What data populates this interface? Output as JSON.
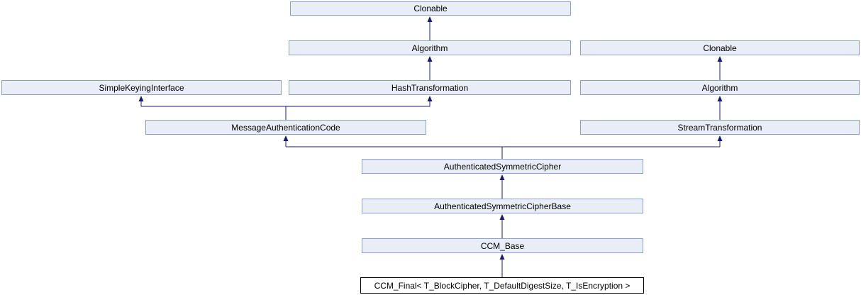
{
  "diagram": {
    "type": "class-inheritance-graph",
    "colors": {
      "node_fill": "#E9EEF6",
      "node_border": "#8FA0C6",
      "edge": "#191970",
      "main_node_fill": "#FFFFFF",
      "main_node_border": "#000000"
    },
    "nodes": [
      {
        "id": "clonable-top",
        "label": "Clonable"
      },
      {
        "id": "algorithm-left",
        "label": "Algorithm"
      },
      {
        "id": "clonable-right",
        "label": "Clonable"
      },
      {
        "id": "simple-keying-interface",
        "label": "SimpleKeyingInterface"
      },
      {
        "id": "hash-transformation",
        "label": "HashTransformation"
      },
      {
        "id": "algorithm-right",
        "label": "Algorithm"
      },
      {
        "id": "message-authentication-code",
        "label": "MessageAuthenticationCode"
      },
      {
        "id": "stream-transformation",
        "label": "StreamTransformation"
      },
      {
        "id": "authenticated-symmetric-cipher",
        "label": "AuthenticatedSymmetricCipher"
      },
      {
        "id": "authenticated-symmetric-cipher-base",
        "label": "AuthenticatedSymmetricCipherBase"
      },
      {
        "id": "ccm-base",
        "label": "CCM_Base"
      },
      {
        "id": "ccm-final",
        "label": "CCM_Final< T_BlockCipher, T_DefaultDigestSize, T_IsEncryption >"
      }
    ],
    "edges": [
      {
        "from": "algorithm-left",
        "to": "clonable-top"
      },
      {
        "from": "hash-transformation",
        "to": "algorithm-left"
      },
      {
        "from": "algorithm-right",
        "to": "clonable-right"
      },
      {
        "from": "stream-transformation",
        "to": "algorithm-right"
      },
      {
        "from": "message-authentication-code",
        "to": "simple-keying-interface"
      },
      {
        "from": "message-authentication-code",
        "to": "hash-transformation"
      },
      {
        "from": "authenticated-symmetric-cipher",
        "to": "message-authentication-code"
      },
      {
        "from": "authenticated-symmetric-cipher",
        "to": "stream-transformation"
      },
      {
        "from": "authenticated-symmetric-cipher-base",
        "to": "authenticated-symmetric-cipher"
      },
      {
        "from": "ccm-base",
        "to": "authenticated-symmetric-cipher-base"
      },
      {
        "from": "ccm-final",
        "to": "ccm-base"
      }
    ]
  }
}
